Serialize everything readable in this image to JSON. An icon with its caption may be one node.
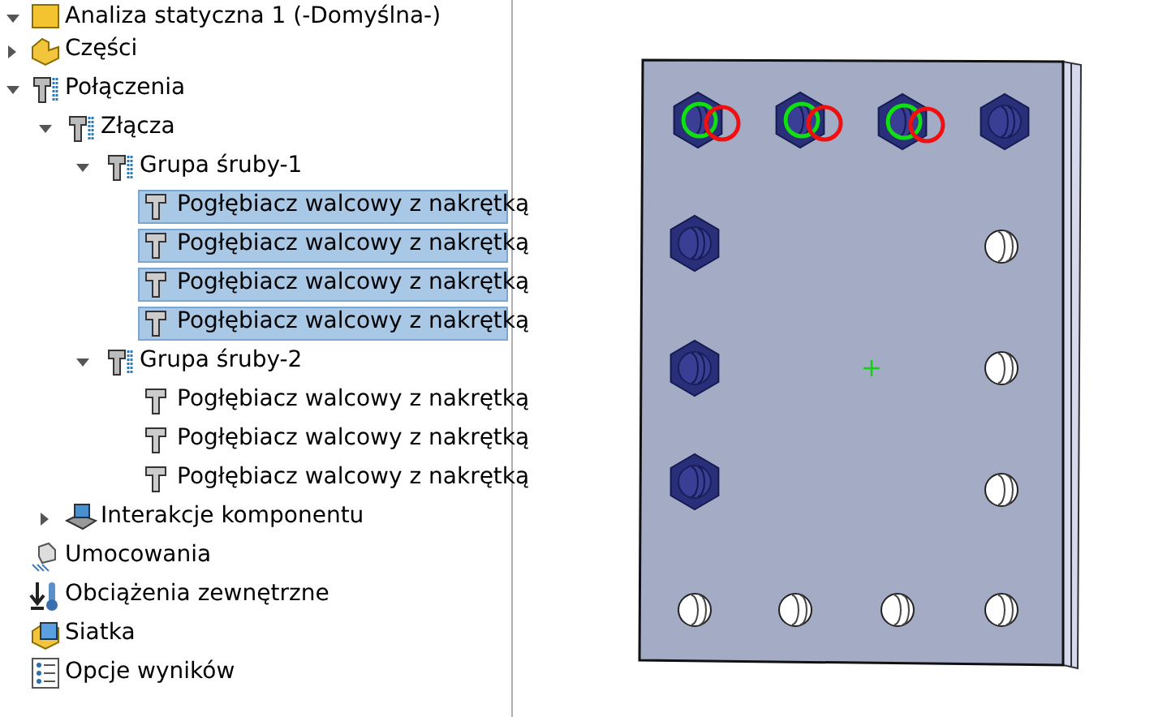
{
  "diagram": {
    "labels": [
      "Analiza statyczna 1 (-Domyślna-)",
      "Części",
      "Połączenia",
      "Złącza",
      "Grupa śruby-1",
      "Pogłębiacz walcowy z nakrętką",
      "Pogłębiacz walcowy z nakrętką",
      "Pogłębiacz walcowy z nakrętką",
      "Pogłębiacz walcowy z nakrętką",
      "Grupa śruby-2",
      "Pogłębiacz walcowy z nakrętką",
      "Pogłębiacz walcowy z nakrętką",
      "Pogłębiacz walcowy z nakrętką",
      "Interakcje komponentu",
      "Umocowania",
      "Obciążenia zewnętrzne",
      "Siatka",
      "Opcje wyników"
    ]
  }
}
